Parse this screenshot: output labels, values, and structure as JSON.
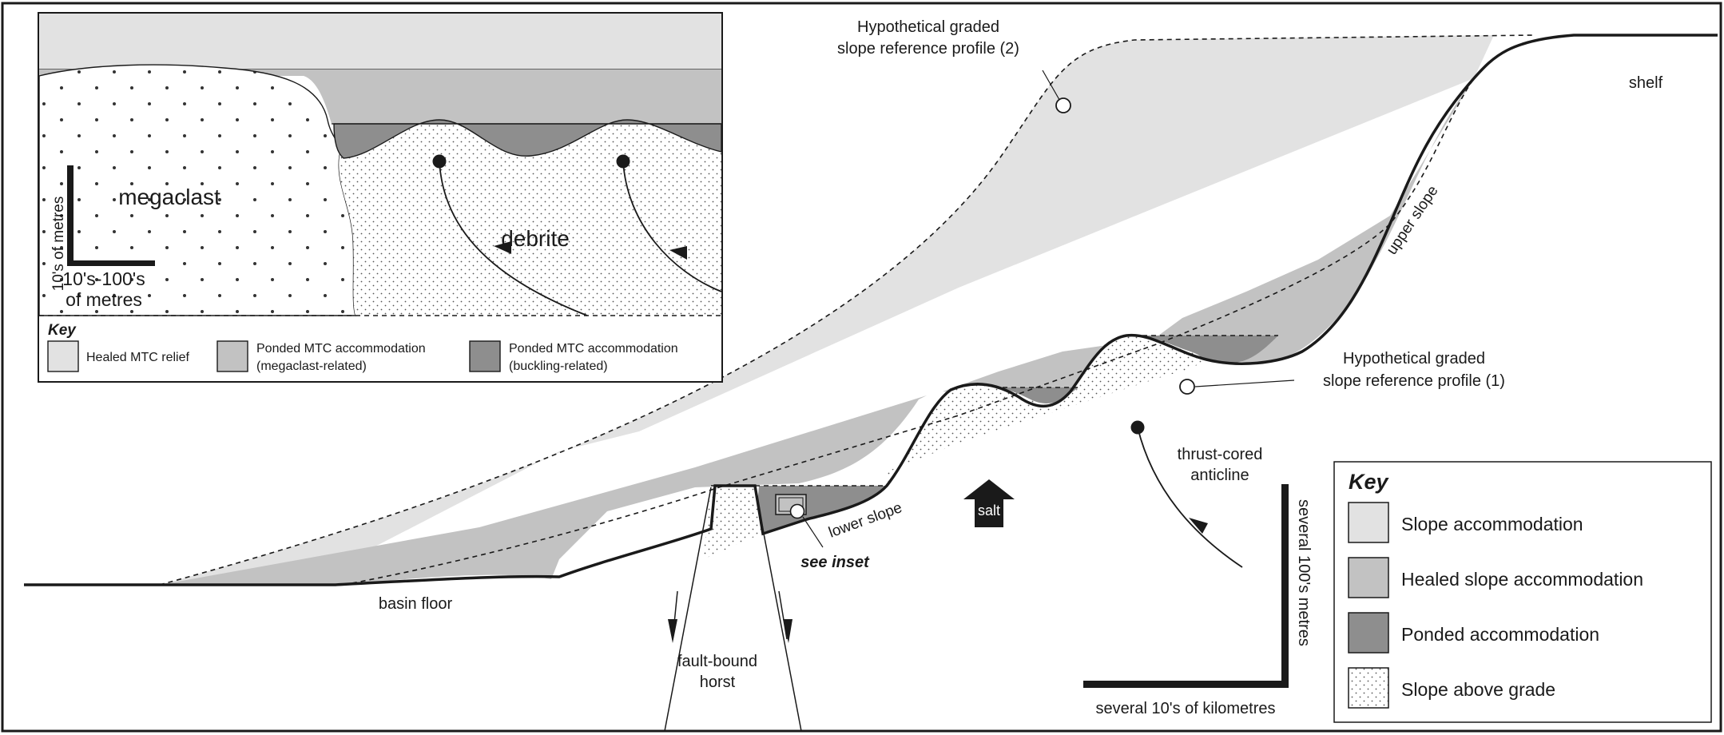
{
  "colors": {
    "slope": "#e2e2e2",
    "healed": "#c2c2c2",
    "ponded": "#8e8e8e",
    "line": "#1a1a1a",
    "salt": "#1a1a1a"
  },
  "labels": {
    "shelf": "shelf",
    "upper_slope": "upper slope",
    "lower_slope": "lower slope",
    "basin_floor": "basin floor",
    "see_inset": "see inset",
    "salt": "salt",
    "thrust_1": "thrust-cored",
    "thrust_2": "anticline",
    "horst_1": "fault-bound",
    "horst_2": "horst",
    "profile2_1": "Hypothetical graded",
    "profile2_2": "slope reference profile (2)",
    "profile1_1": "Hypothetical graded",
    "profile1_2": "slope reference profile (1)",
    "vscale": "several 100's metres",
    "hscale": "several 10's of kilometres"
  },
  "main_key": {
    "title": "Key",
    "items": [
      {
        "label": "Slope accommodation",
        "fill": "slope"
      },
      {
        "label": "Healed slope accommodation",
        "fill": "healed"
      },
      {
        "label": "Ponded accommodation",
        "fill": "ponded"
      },
      {
        "label": "Slope above grade",
        "fill": "dots"
      }
    ]
  },
  "inset": {
    "megaclast": "megaclast",
    "debrite": "debrite",
    "vscale": "10's of metres",
    "hscale_1": "10's-100's",
    "hscale_2": "of metres",
    "key_title": "Key",
    "key_items": [
      {
        "label_1": "Healed MTC relief",
        "label_2": "",
        "fill": "slope"
      },
      {
        "label_1": "Ponded MTC accommodation",
        "label_2": "(megaclast-related)",
        "fill": "healed"
      },
      {
        "label_1": "Ponded MTC accommodation",
        "label_2": "(buckling-related)",
        "fill": "ponded"
      }
    ]
  }
}
